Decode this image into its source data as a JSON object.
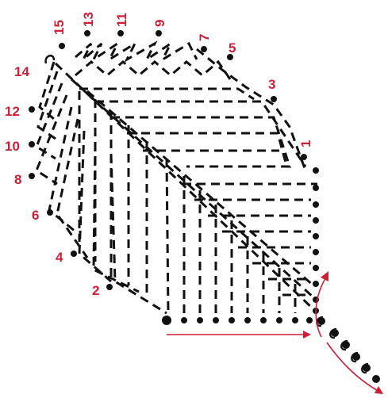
{
  "colors": {
    "stitch": "#111111",
    "label": "#cc1f36",
    "arrow": "#cc1f36",
    "background": "#ffffff"
  },
  "labels": {
    "n1": "1",
    "n2": "2",
    "n3": "3",
    "n4": "4",
    "n5": "5",
    "n6": "6",
    "n7": "7",
    "n8": "8",
    "n9": "9",
    "n10": "10",
    "n11": "11",
    "n12": "12",
    "n13": "13",
    "n14": "14",
    "n15": "15"
  },
  "icons": {
    "direction_arrows": "arrow-icon",
    "stem_loops": "loop-icon"
  }
}
